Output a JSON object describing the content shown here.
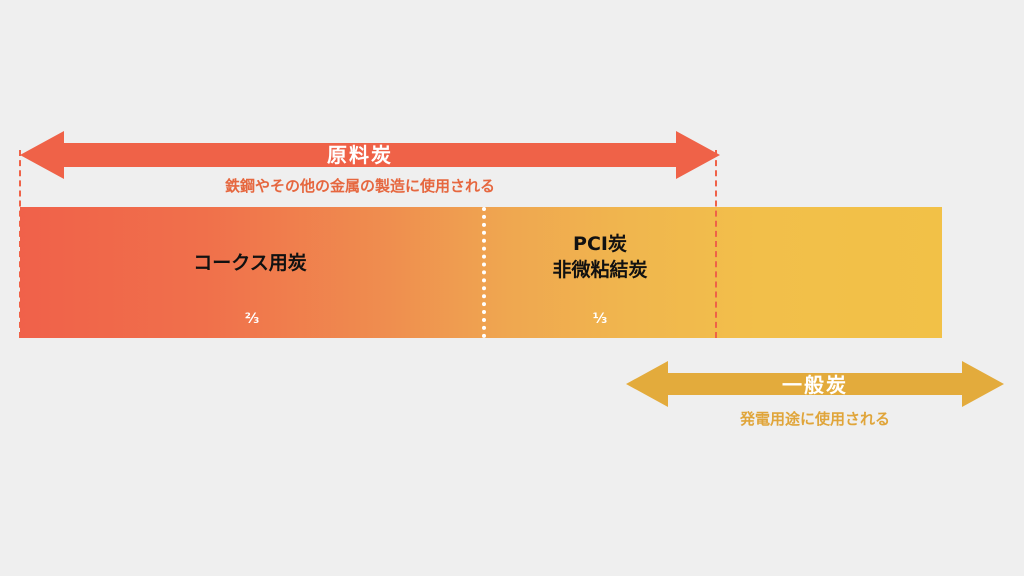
{
  "colors": {
    "background": "#efefef",
    "raw_coal_red": "#ef6248",
    "thermal_yellow": "#e3ab3c",
    "bar_start": "#f0614a",
    "bar_end": "#f2c147"
  },
  "raw_coal": {
    "title": "原料炭",
    "description": "鉄鋼やその他の金属の製造に使用される"
  },
  "segments": {
    "coke": {
      "label": "コークス用炭",
      "ratio": "⅔"
    },
    "pci": {
      "label_line1": "PCI炭",
      "label_line2": "非微粘結炭",
      "ratio": "⅓"
    }
  },
  "thermal_coal": {
    "title": "一般炭",
    "description": "発電用途に使用される"
  }
}
